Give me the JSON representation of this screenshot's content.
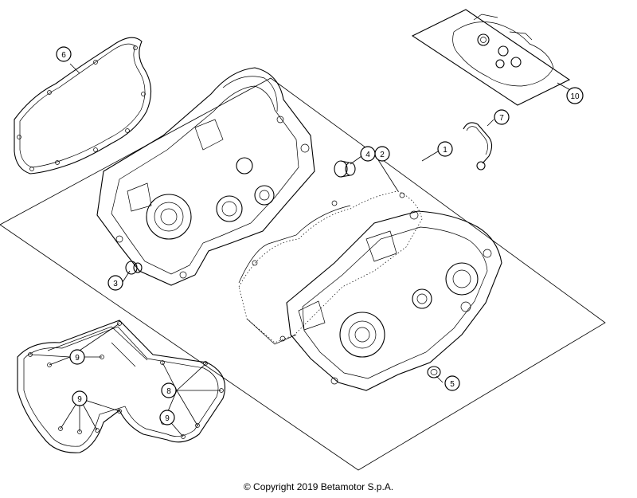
{
  "callouts": [
    {
      "id": "c1",
      "label": "1"
    },
    {
      "id": "c2",
      "label": "2"
    },
    {
      "id": "c3",
      "label": "3"
    },
    {
      "id": "c4",
      "label": "4"
    },
    {
      "id": "c5",
      "label": "5"
    },
    {
      "id": "c6",
      "label": "6"
    },
    {
      "id": "c7",
      "label": "7"
    },
    {
      "id": "c8",
      "label": "8"
    },
    {
      "id": "c9a",
      "label": "9"
    },
    {
      "id": "c9b",
      "label": "9"
    },
    {
      "id": "c9c",
      "label": "9"
    },
    {
      "id": "c10",
      "label": "10"
    }
  ],
  "footer": {
    "copyright": "© Copyright 2019 Betamotor S.p.A."
  }
}
